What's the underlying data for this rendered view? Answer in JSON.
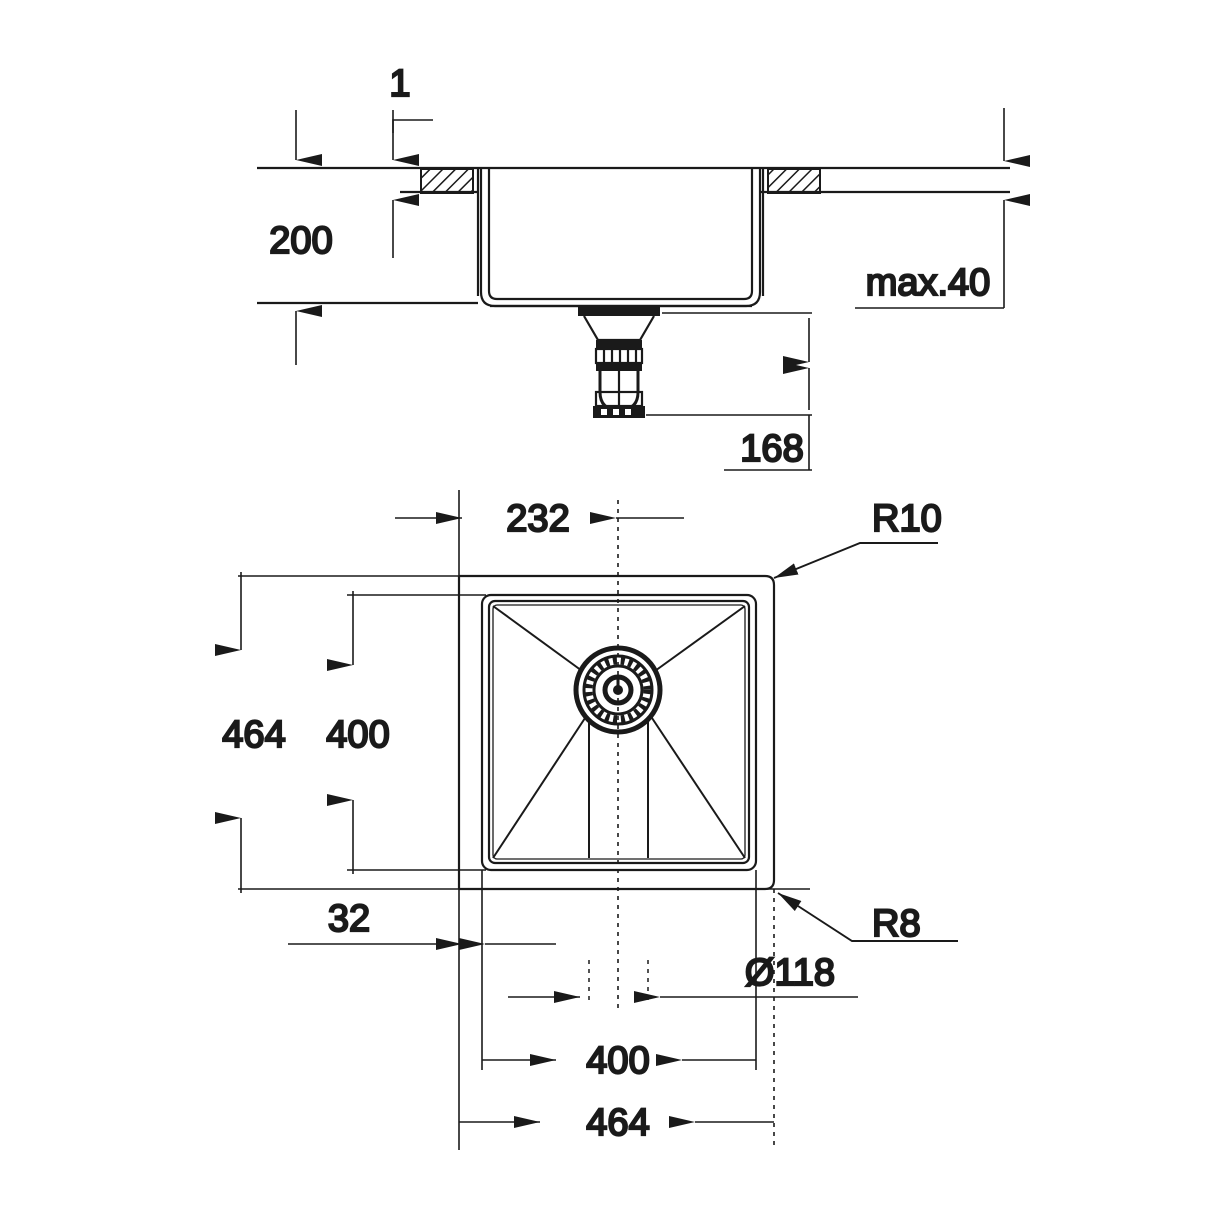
{
  "drawing": {
    "title": "Undermount sink installation drawing",
    "units": "mm",
    "line_color": "#1a1a1a",
    "background_color": "#ffffff",
    "views": [
      {
        "name": "section-elevation",
        "label": ""
      },
      {
        "name": "plan-view",
        "label": ""
      }
    ]
  },
  "dimensions": {
    "worktop_thickness": "1",
    "bowl_depth": "200",
    "worktop_max": "max.40",
    "waste_height": "168",
    "center_offset_top": "232",
    "corner_radius_top": "R10",
    "corner_radius_bottom": "R8",
    "outer_height": "464",
    "bowl_height": "400",
    "rim_offset": "32",
    "drain_diameter": "Ø118",
    "bowl_width": "400",
    "outer_width": "464"
  },
  "icons": {
    "arrow": "dimension-arrow",
    "hatch": "section-hatch",
    "drain": "drain-strainer-icon"
  }
}
